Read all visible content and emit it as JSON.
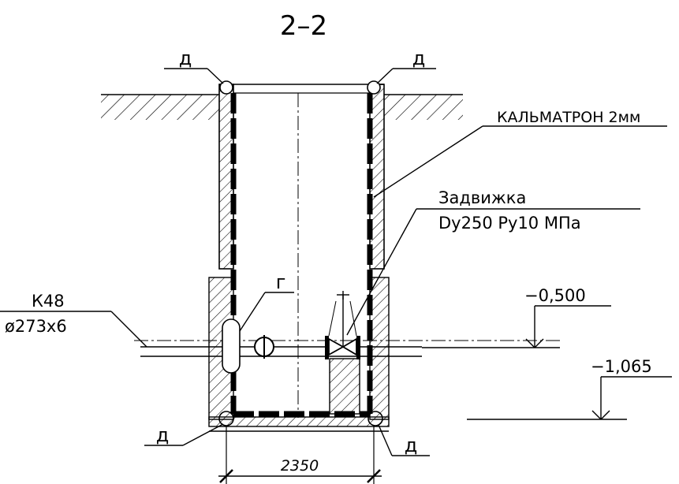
{
  "drawing": {
    "section_title": "2–2",
    "waterproofing_label": "КАЛЬМАТРОН 2мм",
    "valve_label": "Задвижка",
    "valve_spec": "Dy250 Py10 МПа",
    "pipe_code": "К48",
    "pipe_size": "ø273x6",
    "elevation_top": "−0,500",
    "elevation_bottom": "−1,065",
    "width_dimension": "2350",
    "node_markers": {
      "top_left": "д",
      "top_right": "д",
      "bottom_left": "д",
      "bottom_right": "д",
      "pipe_passage": "г"
    }
  }
}
